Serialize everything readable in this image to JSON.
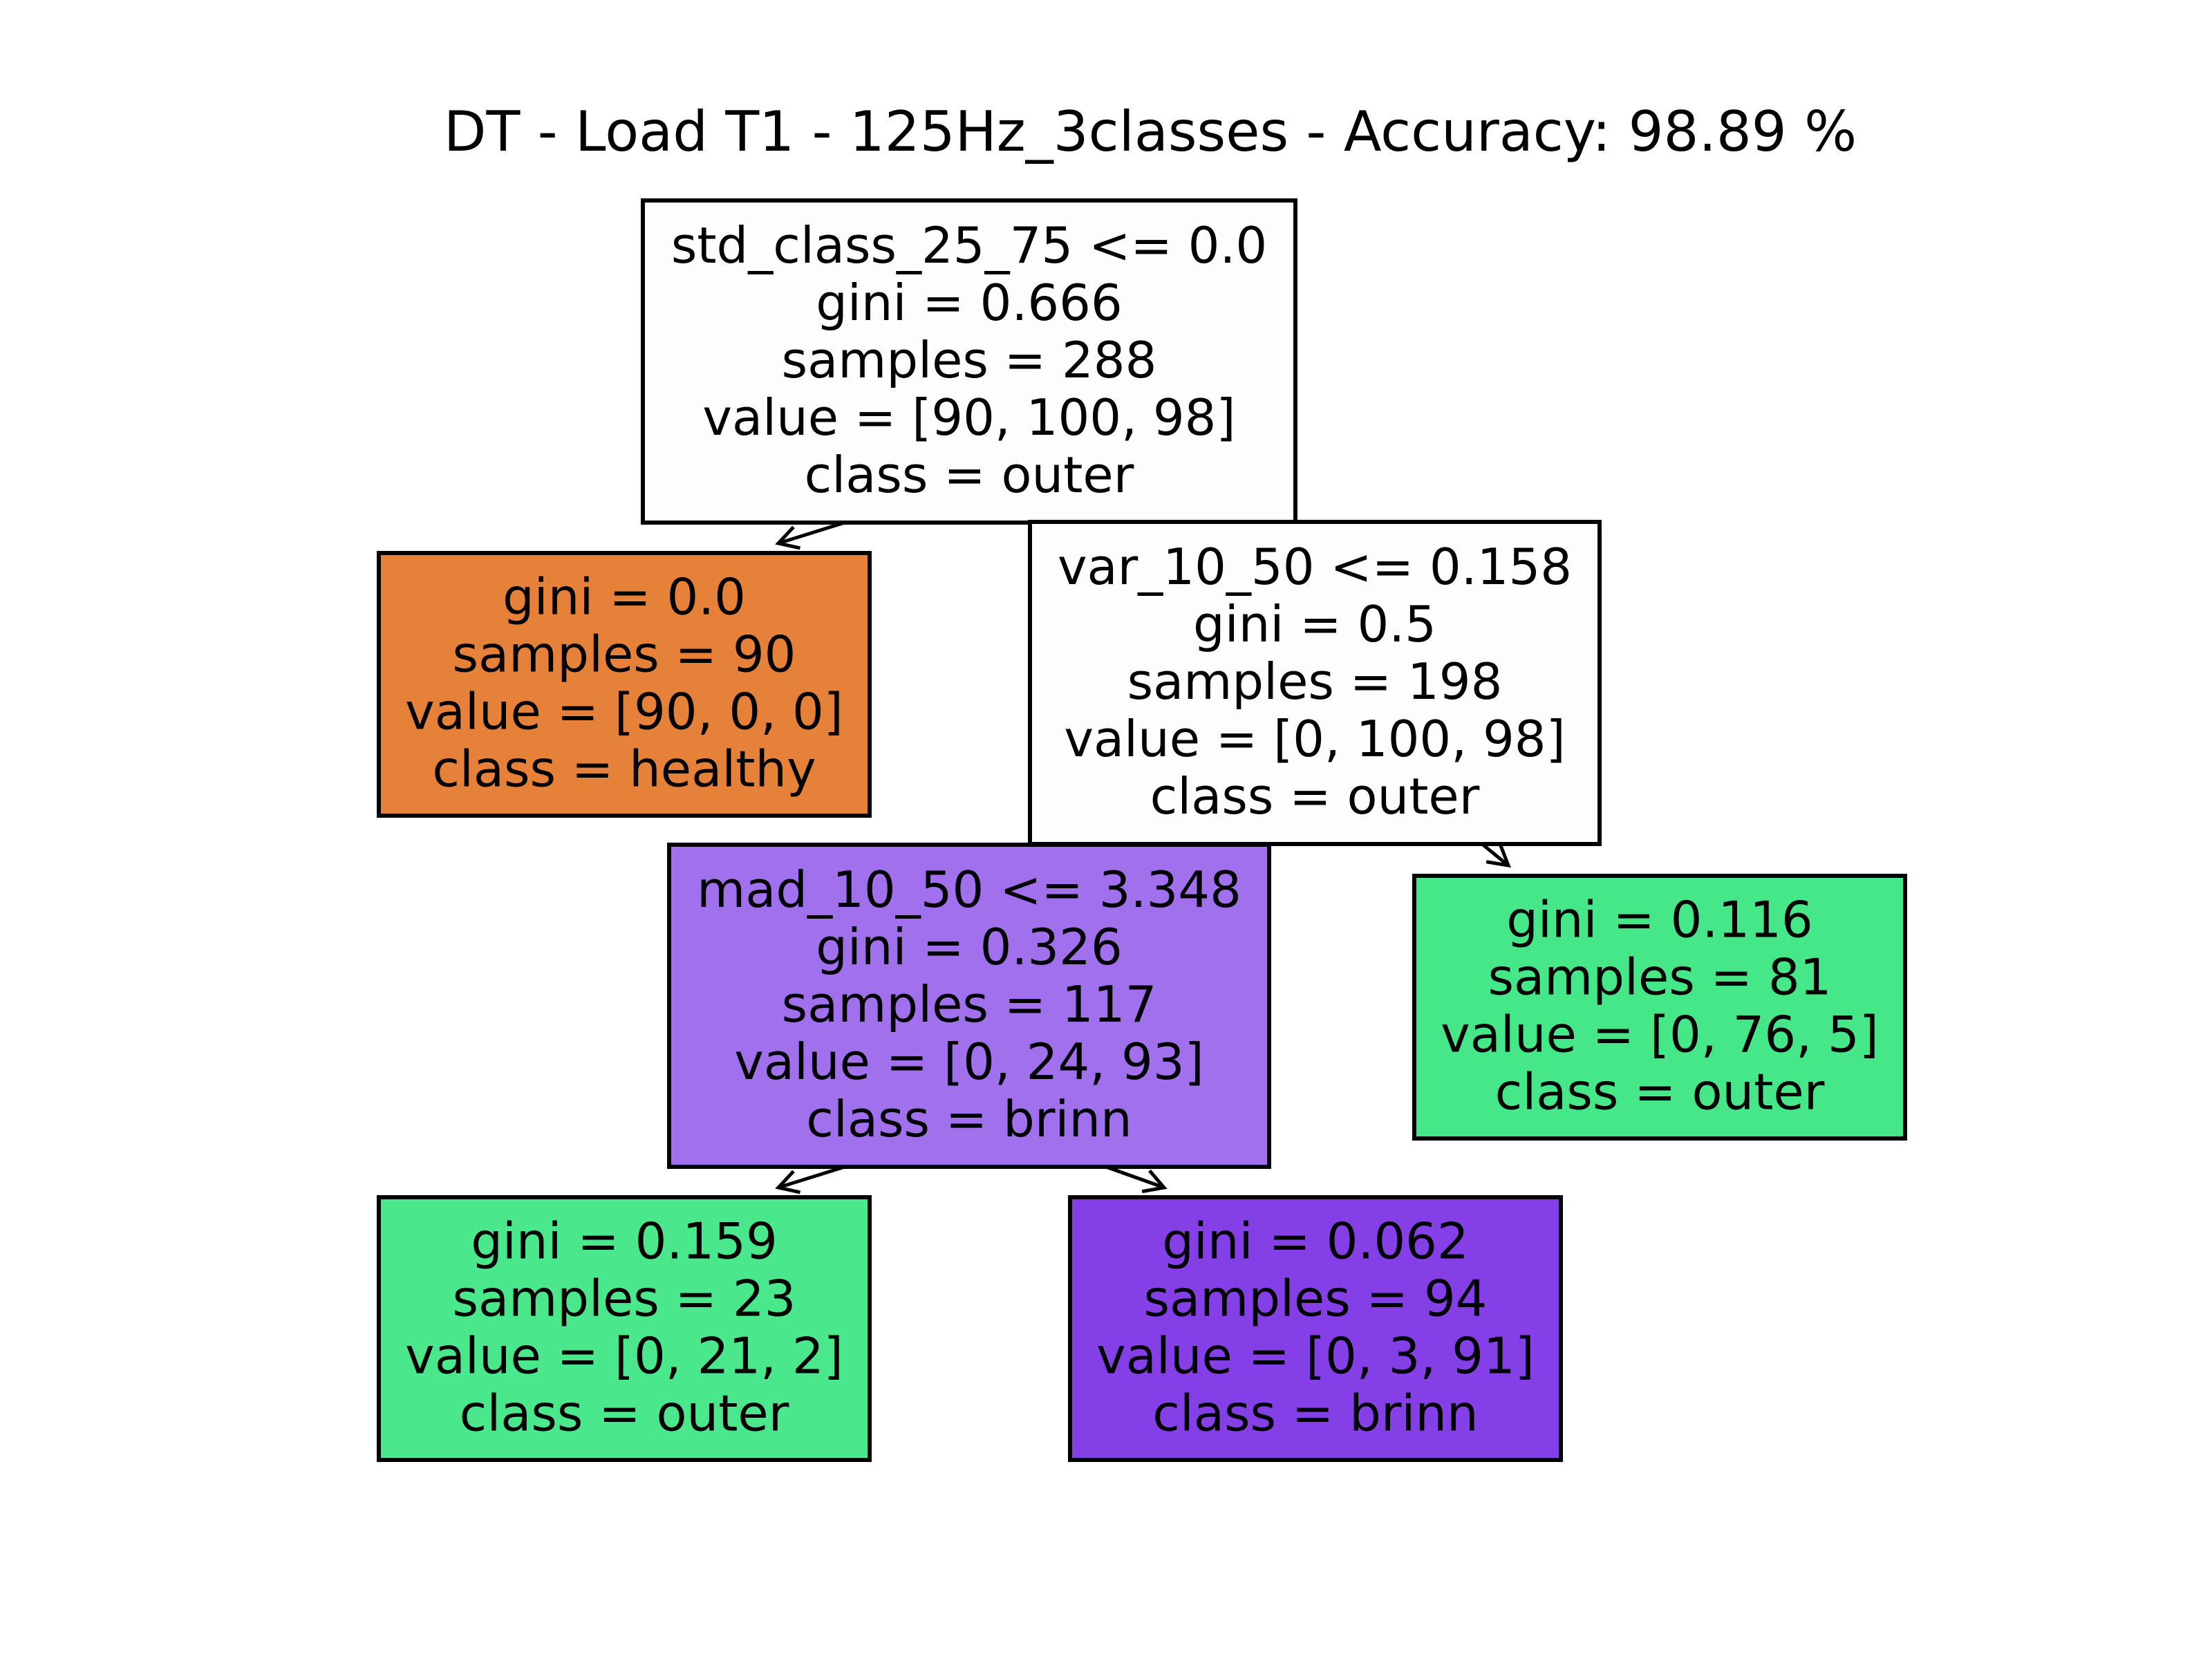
{
  "title": "DT - Load T1 - 125Hz_3classes - Accuracy: 98.89 %",
  "colors": {
    "healthy": "#e58139",
    "outer": "#39e581",
    "brinn": "#8139e5",
    "border": "#000000",
    "background": "#ffffff"
  },
  "nodes": [
    {
      "id": "root",
      "split": "std_class_25_75 <= 0.0",
      "gini": "gini = 0.666",
      "samples": "samples = 288",
      "value": "value = [90, 100, 98]",
      "class": "class = outer",
      "fill": "#fbfefc"
    },
    {
      "id": "leaf-healthy",
      "split": "",
      "gini": "gini = 0.0",
      "samples": "samples = 90",
      "value": "value = [90, 0, 0]",
      "class": "class = healthy",
      "fill": "#e58139"
    },
    {
      "id": "var-node",
      "split": "var_10_50 <= 0.158",
      "gini": "gini = 0.5",
      "samples": "samples = 198",
      "value": "value = [0, 100, 98]",
      "class": "class = outer",
      "fill": "#fbfefc"
    },
    {
      "id": "mad-node",
      "split": "mad_10_50 <= 3.348",
      "gini": "gini = 0.326",
      "samples": "samples = 117",
      "value": "value = [0, 24, 93]",
      "class": "class = brinn",
      "fill": "#a170ec"
    },
    {
      "id": "leaf-outer-81",
      "split": "",
      "gini": "gini = 0.116",
      "samples": "samples = 81",
      "value": "value = [0, 76, 5]",
      "class": "class = outer",
      "fill": "#46e789"
    },
    {
      "id": "leaf-outer-23",
      "split": "",
      "gini": "gini = 0.159",
      "samples": "samples = 23",
      "value": "value = [0, 21, 2]",
      "class": "class = outer",
      "fill": "#4ae78c"
    },
    {
      "id": "leaf-brinn-94",
      "split": "",
      "gini": "gini = 0.062",
      "samples": "samples = 94",
      "value": "value = [0, 3, 91]",
      "class": "class = brinn",
      "fill": "#853fe6"
    }
  ],
  "edges": [
    {
      "from": "root",
      "to": "leaf-healthy"
    },
    {
      "from": "root",
      "to": "var-node"
    },
    {
      "from": "var-node",
      "to": "mad-node"
    },
    {
      "from": "var-node",
      "to": "leaf-outer-81"
    },
    {
      "from": "mad-node",
      "to": "leaf-outer-23"
    },
    {
      "from": "mad-node",
      "to": "leaf-brinn-94"
    }
  ]
}
